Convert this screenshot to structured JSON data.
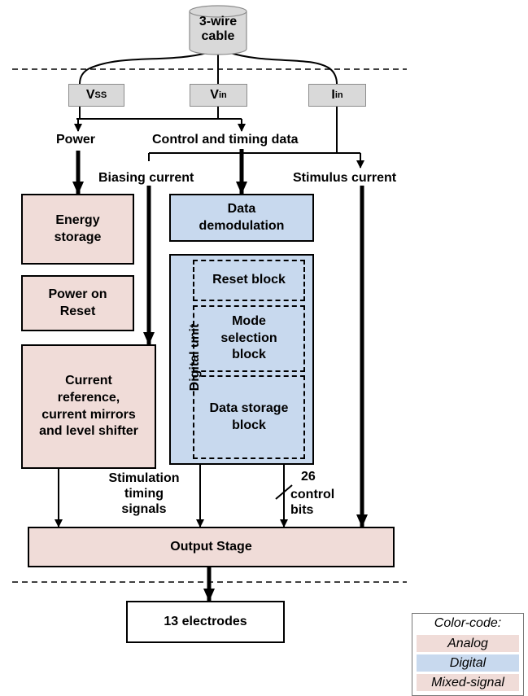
{
  "cable": {
    "label": "3-wire\ncable"
  },
  "pins": {
    "vss": {
      "main": "V",
      "sub": "SS"
    },
    "vin": {
      "main": "V",
      "sub": "in"
    },
    "iin": {
      "main": "I",
      "sub": "in"
    }
  },
  "labels": {
    "power": "Power",
    "control": "Control and timing data",
    "biasing": "Biasing current",
    "stimulus": "Stimulus current",
    "stim_timing": "Stimulation\ntiming\nsignals",
    "bits_count": "26",
    "bits_text": "control\nbits"
  },
  "blocks": {
    "energy_storage": "Energy\nstorage",
    "power_on_reset": "Power on\nReset",
    "current_reference": "Current\nreference,\ncurrent mirrors\nand level shifter",
    "data_demodulation": "Data\ndemodulation",
    "digital_unit": "Digital unit",
    "reset_block": "Reset block",
    "mode_selection": "Mode\nselection\nblock",
    "data_storage": "Data storage\nblock",
    "output_stage": "Output Stage",
    "electrodes": "13 electrodes"
  },
  "legend": {
    "title": "Color-code:",
    "items": [
      {
        "label": "Analog",
        "color": "#f0dcd8"
      },
      {
        "label": "Digital",
        "color": "#c8d9ee"
      },
      {
        "label": "Mixed-signal",
        "color": "#f0dcd8"
      }
    ]
  },
  "colors": {
    "analog": "#f0dcd8",
    "digital": "#c8d9ee",
    "pin": "#d9d9d9"
  }
}
